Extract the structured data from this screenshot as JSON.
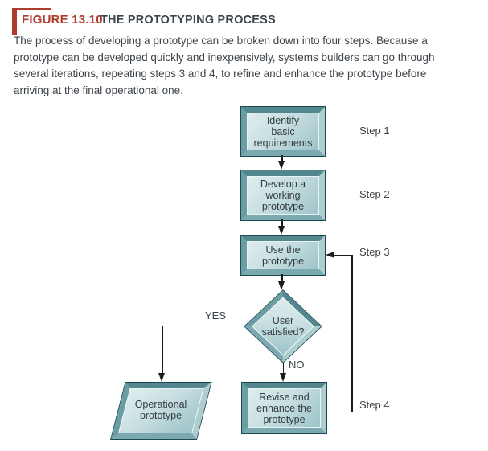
{
  "figure_header": {
    "label": "FIGURE 13.10",
    "title": "THE PROTOTYPING PROCESS",
    "description_lines": [
      "The process of developing a prototype can be broken down into four steps. Because a",
      "prototype can be developed quickly and inexpensively, systems builders can go through",
      "several iterations, repeating steps 3 and 4, to refine and enhance the prototype before",
      "arriving at the final operational one."
    ]
  },
  "flowchart": {
    "nodes": {
      "step1": {
        "shape": "process",
        "label": "Identify\nbasic\nrequirements"
      },
      "step2": {
        "shape": "process",
        "label": "Develop a\nworking\nprototype"
      },
      "step3": {
        "shape": "process",
        "label": "Use the\nprototype"
      },
      "decision": {
        "shape": "decision",
        "label": "User\nsatisfied?"
      },
      "step4": {
        "shape": "process",
        "label": "Revise and\nenhance the\nprototype"
      },
      "output": {
        "shape": "data",
        "label": "Operational\nprototype"
      }
    },
    "step_labels": {
      "step1": "Step 1",
      "step2": "Step 2",
      "step3": "Step 3",
      "step4": "Step 4"
    },
    "branch_labels": {
      "yes": "YES",
      "no": "NO"
    },
    "edges": [
      {
        "from": "step1",
        "to": "step2"
      },
      {
        "from": "step2",
        "to": "step3"
      },
      {
        "from": "step3",
        "to": "decision"
      },
      {
        "from": "decision",
        "to": "output",
        "label": "YES"
      },
      {
        "from": "decision",
        "to": "step4",
        "label": "NO"
      },
      {
        "from": "step4",
        "to": "step3"
      }
    ]
  },
  "colors": {
    "accent_red": "#ae3c2c",
    "node_border": "#1b4a51",
    "node_fill_light": "#dfedee",
    "node_fill_dark": "#9cc3c9",
    "bevel_dark": "#54868e",
    "bevel_light": "#aecdd1",
    "connector": "#1c1c1c",
    "text": "#3b4247"
  }
}
